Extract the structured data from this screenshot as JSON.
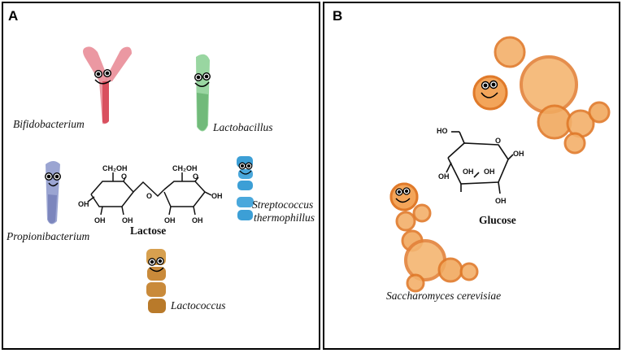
{
  "panels": {
    "a": {
      "label": "A",
      "organisms": {
        "bifidobacterium": "Bifidobacterium",
        "lactobacillus": "Lactobacillus",
        "propionibacterium": "Propionibacterium",
        "streptococcus_line1": "Streptococcus",
        "streptococcus_line2": "thermophillus",
        "lactococcus": "Lactococcus"
      },
      "molecule": "Lactose",
      "chem_labels": {
        "ch2oh": "CH₂OH",
        "oh": "OH",
        "o": "O"
      }
    },
    "b": {
      "label": "B",
      "organisms": {
        "saccharomyces": "Saccharomyces cerevisiae"
      },
      "molecule": "Glucose",
      "chem_labels": {
        "ho": "HO",
        "oh": "OH",
        "o": "O"
      }
    }
  },
  "colors": {
    "bifidobacterium": "#e27a86",
    "lactobacillus": "#7cc384",
    "propionibacterium": "#8a93c6",
    "streptococcus": "#3c9fd6",
    "lactococcus": "#c98a3a",
    "yeast": "#f0a060"
  }
}
